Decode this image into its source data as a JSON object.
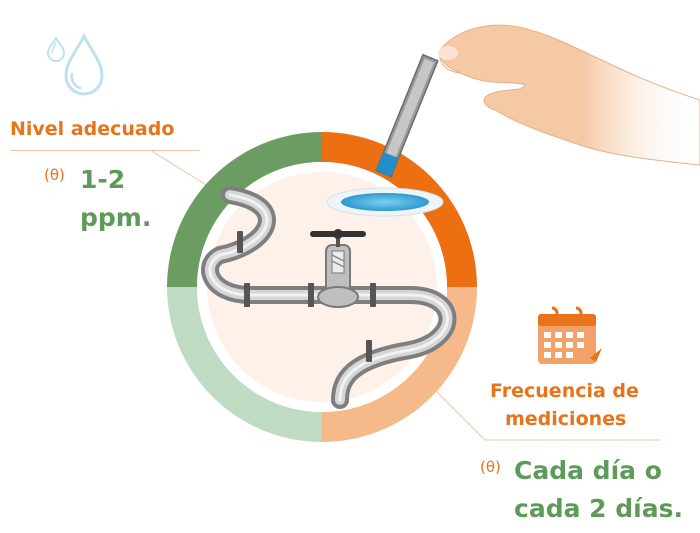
{
  "level": {
    "title": "Nivel adecuado",
    "marker": "(θ)",
    "value_line1": "1-2",
    "value_line2": "ppm."
  },
  "frequency": {
    "title_line1": "Frecuencia de",
    "title_line2": "mediciones",
    "marker": "(θ)",
    "value_line1": "Cada día o",
    "value_line2": "cada 2 días."
  },
  "icons": [
    "water-drops-icon",
    "calendar-icon",
    "test-strip-hand",
    "pipe-faucet"
  ],
  "colors": {
    "orange": "#e8731a",
    "green": "#5e9a5a",
    "ring_green_dark": "#6b9d62",
    "ring_orange": "#ec6f12",
    "ring_green_light": "#bfdcc2",
    "ring_orange_light": "#f6b98a",
    "inner_fill": "#fdf1ea"
  }
}
